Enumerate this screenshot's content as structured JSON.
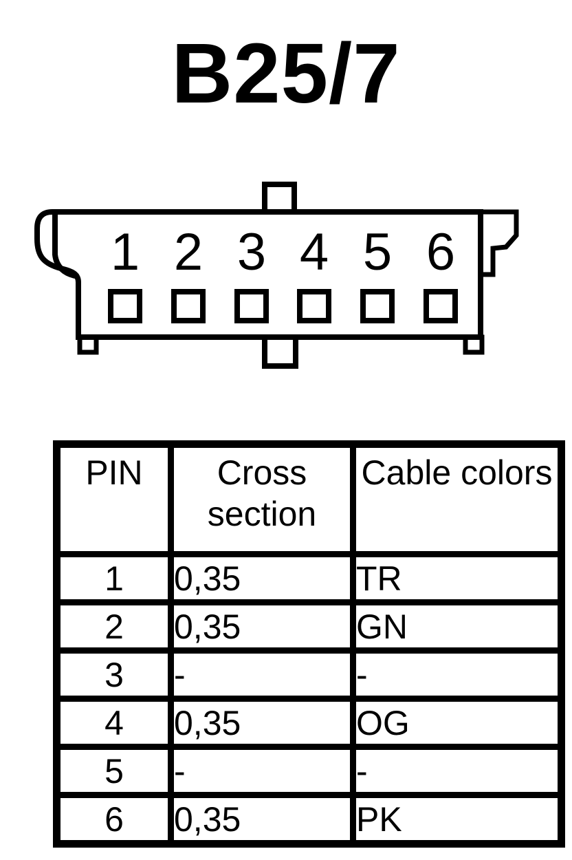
{
  "page": {
    "title": "B25/7"
  },
  "connector": {
    "description": "6-pin connector housing, front view",
    "pins": [
      "1",
      "2",
      "3",
      "4",
      "5",
      "6"
    ]
  },
  "table": {
    "headers": [
      "PIN",
      "Cross section",
      "Cable colors"
    ],
    "rows": [
      {
        "pin": "1",
        "cross_section": "0,35",
        "cable_color": "TR"
      },
      {
        "pin": "2",
        "cross_section": "0,35",
        "cable_color": "GN"
      },
      {
        "pin": "3",
        "cross_section": "-",
        "cable_color": "-"
      },
      {
        "pin": "4",
        "cross_section": "0,35",
        "cable_color": "OG"
      },
      {
        "pin": "5",
        "cross_section": "-",
        "cable_color": "-"
      },
      {
        "pin": "6",
        "cross_section": "0,35",
        "cable_color": "PK"
      }
    ]
  },
  "colors": {
    "line": "#000000",
    "background": "#ffffff"
  }
}
